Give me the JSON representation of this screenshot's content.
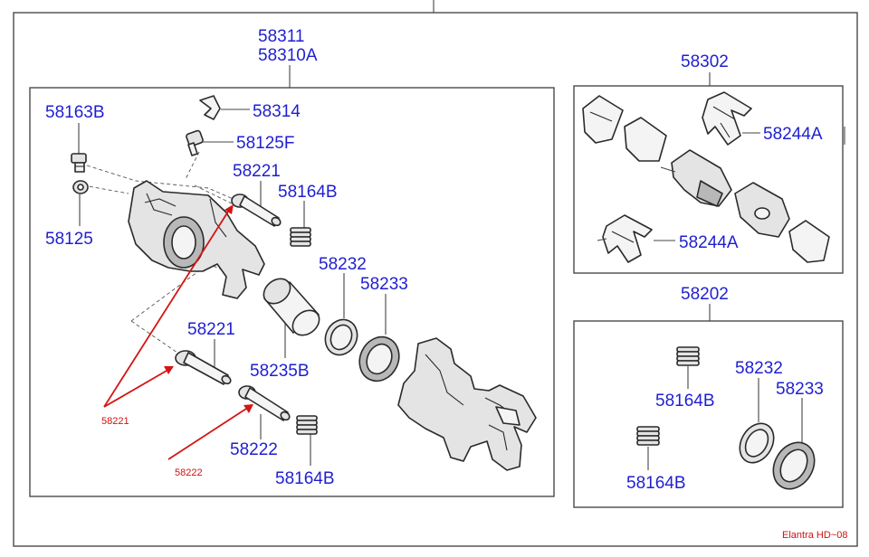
{
  "labels": {
    "assembly": "58311",
    "assembly_alt": "58310A",
    "bleeder_bolt": "58163B",
    "clip": "58314",
    "bleeder_screw": "58125F",
    "guide_pin_upper": "58221",
    "boot_upper": "58164B",
    "bleeder_cap": "58125",
    "seal": "58232",
    "boot_ring": "58233",
    "guide_pin_lower": "58221",
    "piston": "58235B",
    "guide_pin_2": "58222",
    "boot_lower": "58164B",
    "pad_kit": "58302",
    "shim_kit_upper": "58244A",
    "shim_kit_lower": "58244A",
    "seal_kit": "58202",
    "seal_kit_boot_1": "58164B",
    "seal_kit_seal": "58232",
    "seal_kit_ring": "58233",
    "seal_kit_boot_2": "58164B"
  },
  "annotations": {
    "red_58221": "58221",
    "red_58222": "58222"
  },
  "footer": {
    "model_note": "Elantra HD~08"
  },
  "colors": {
    "label": "#1f1fd1",
    "annotation": "#d01010",
    "frame": "#4a4a4a"
  }
}
